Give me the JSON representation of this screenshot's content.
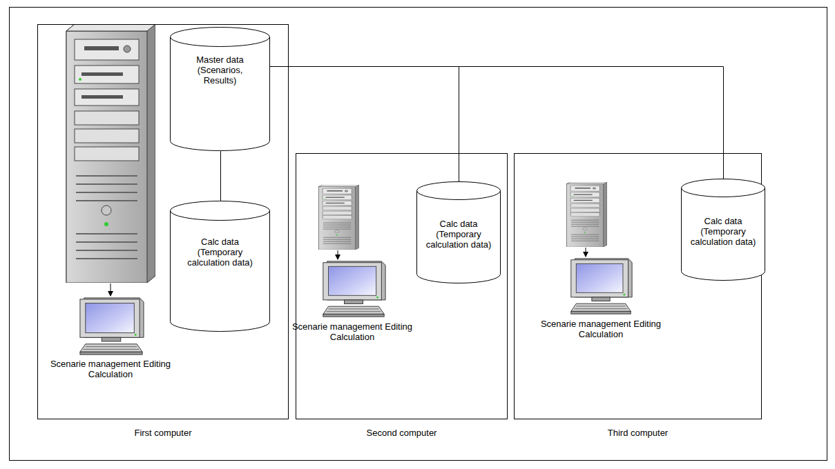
{
  "diagram": {
    "nodes": [
      {
        "text": [
          "First computer"
        ]
      },
      {
        "text": [
          "Master data (Scenarios, Results)"
        ],
        "in": 0
      },
      {
        "text": [
          "Calc data (Temporary calculation data)"
        ],
        "in": 0
      },
      {
        "text": [
          "Second computer"
        ]
      },
      {
        "text": [
          "Calc data (Temporary calculation data)"
        ],
        "in": 3
      },
      {
        "text": [
          "Third computer"
        ]
      },
      {
        "text": [
          "Calc data (Temporary calculation data)"
        ],
        "in": 5
      }
    ],
    "edges": [
      {
        "from": 1,
        "to": 2,
        "arrow": "none"
      },
      {
        "from": 1,
        "to": 4,
        "arrow": "none"
      },
      {
        "from": 1,
        "to": 6,
        "arrow": "none"
      }
    ],
    "labels": [
      "Scenarie management Editing Calculation",
      "Scenarie management Editing Calculation",
      "Scenarie management Editing Calculation"
    ]
  }
}
